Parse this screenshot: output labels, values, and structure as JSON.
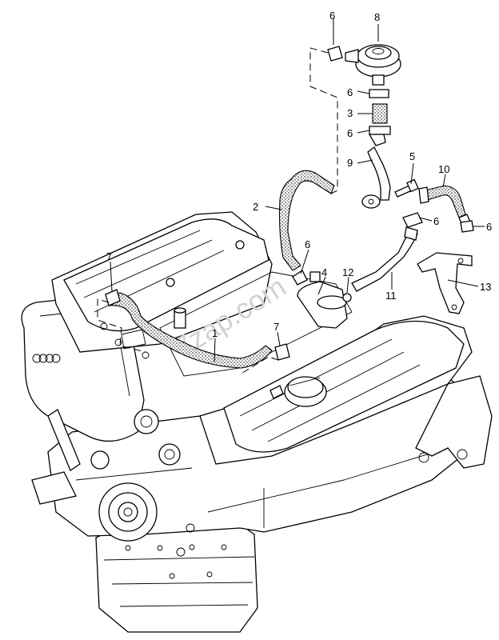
{
  "callouts": [
    {
      "id": "c1",
      "label": "1"
    },
    {
      "id": "c2",
      "label": "2"
    },
    {
      "id": "c3",
      "label": "3"
    },
    {
      "id": "c4",
      "label": "4"
    },
    {
      "id": "c5",
      "label": "5"
    },
    {
      "id": "c6a",
      "label": "6"
    },
    {
      "id": "c6b",
      "label": "6"
    },
    {
      "id": "c6c",
      "label": "6"
    },
    {
      "id": "c6d",
      "label": "6"
    },
    {
      "id": "c6e",
      "label": "6"
    },
    {
      "id": "c6f",
      "label": "6"
    },
    {
      "id": "c7a",
      "label": "7"
    },
    {
      "id": "c7b",
      "label": "7"
    },
    {
      "id": "c8",
      "label": "8"
    },
    {
      "id": "c9",
      "label": "9"
    },
    {
      "id": "c10",
      "label": "10"
    },
    {
      "id": "c11",
      "label": "11"
    },
    {
      "id": "c12",
      "label": "12"
    },
    {
      "id": "c13",
      "label": "13"
    }
  ],
  "watermark": "7zap.com"
}
